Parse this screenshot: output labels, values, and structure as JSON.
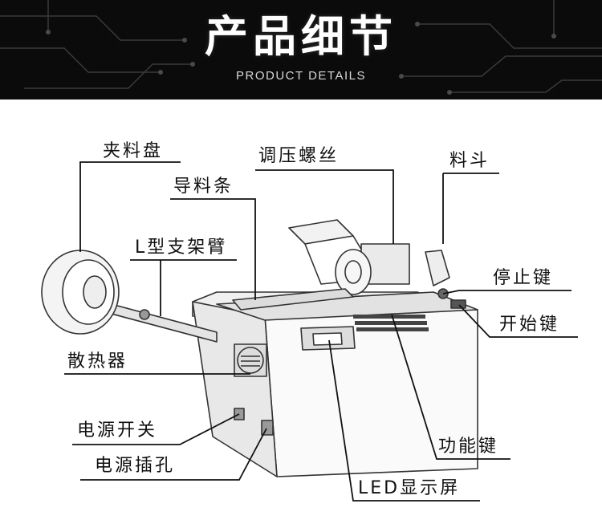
{
  "header": {
    "title": "产品细节",
    "subtitle": "PRODUCT DETAILS"
  },
  "colors": {
    "banner_background": "#0b0b0b",
    "title": "#ffffff",
    "leader_line": "#111111",
    "machine_outline": "#333333"
  },
  "labels": {
    "jialiaopan": "夹料盘",
    "tiaoya": "调压螺丝",
    "liaodou": "料斗",
    "daoliaotiao": "导料条",
    "l_arm": "L型支架臂",
    "stop_key": "停止键",
    "start_key": "开始键",
    "heatsink": "散热器",
    "power_switch": "电源开关",
    "power_socket": "电源插孔",
    "function_key": "功能键",
    "led_display": "LED显示屏"
  }
}
